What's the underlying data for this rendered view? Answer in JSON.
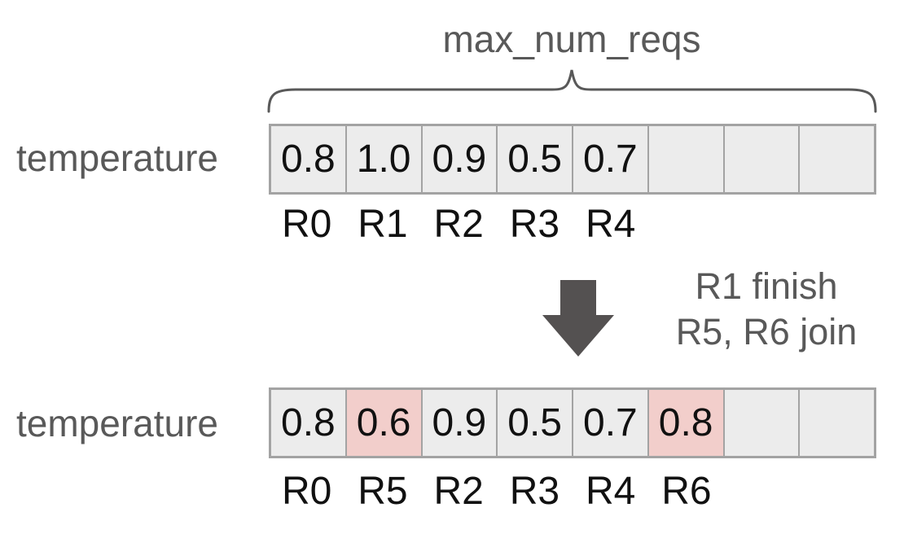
{
  "brace": {
    "label": "max_num_reqs"
  },
  "rows": [
    {
      "label": "temperature",
      "cells": [
        "0.8",
        "1.0",
        "0.9",
        "0.5",
        "0.7",
        "",
        "",
        ""
      ],
      "highlighted_indices": [],
      "request_ids": [
        "R0",
        "R1",
        "R2",
        "R3",
        "R4",
        "",
        "",
        ""
      ]
    },
    {
      "label": "temperature",
      "cells": [
        "0.8",
        "0.6",
        "0.9",
        "0.5",
        "0.7",
        "0.8",
        "",
        ""
      ],
      "highlighted_indices": [
        1,
        5
      ],
      "request_ids": [
        "R0",
        "R5",
        "R2",
        "R3",
        "R4",
        "R6",
        "",
        ""
      ]
    }
  ],
  "transition": {
    "lines": [
      "R1 finish",
      "R5, R6 join"
    ]
  },
  "colors": {
    "background": "#ffffff",
    "gray_text": "#595959",
    "black_text": "#111111",
    "cell_bg": "#ececec",
    "highlight_bg": "#f2cecb",
    "cell_border": "#a3a3a3",
    "brace_stroke": "#595959",
    "arrow": "#545151"
  }
}
